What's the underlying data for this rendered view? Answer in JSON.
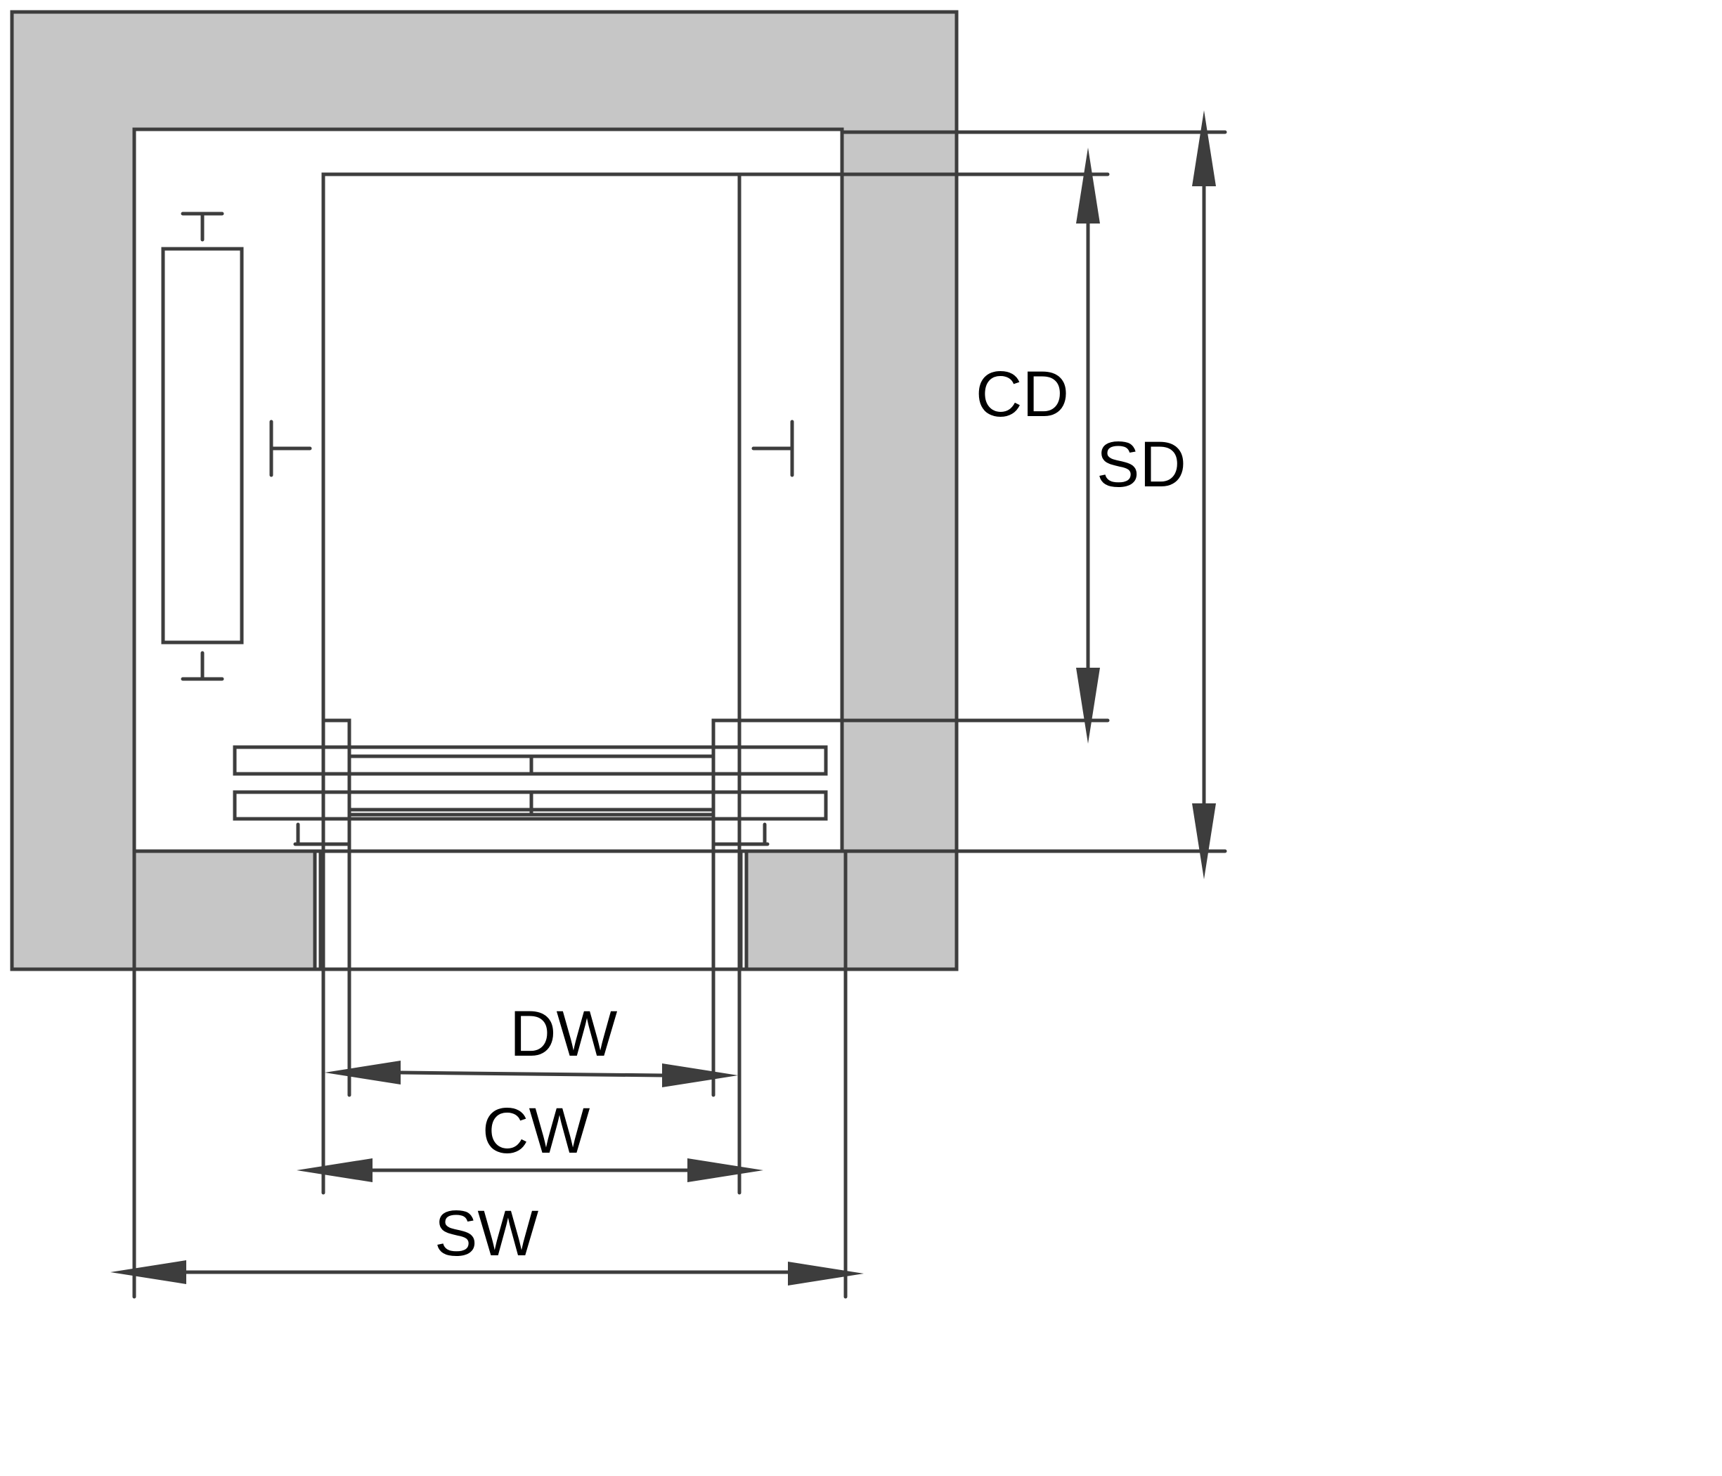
{
  "labels": {
    "car_depth": "CD",
    "shaft_depth": "SD",
    "door_width": "DW",
    "car_width": "CW",
    "shaft_width": "SW"
  },
  "colors": {
    "wall": "#c6c6c6",
    "line": "#3d3d3d",
    "text": "#000000",
    "background": "#ffffff"
  }
}
